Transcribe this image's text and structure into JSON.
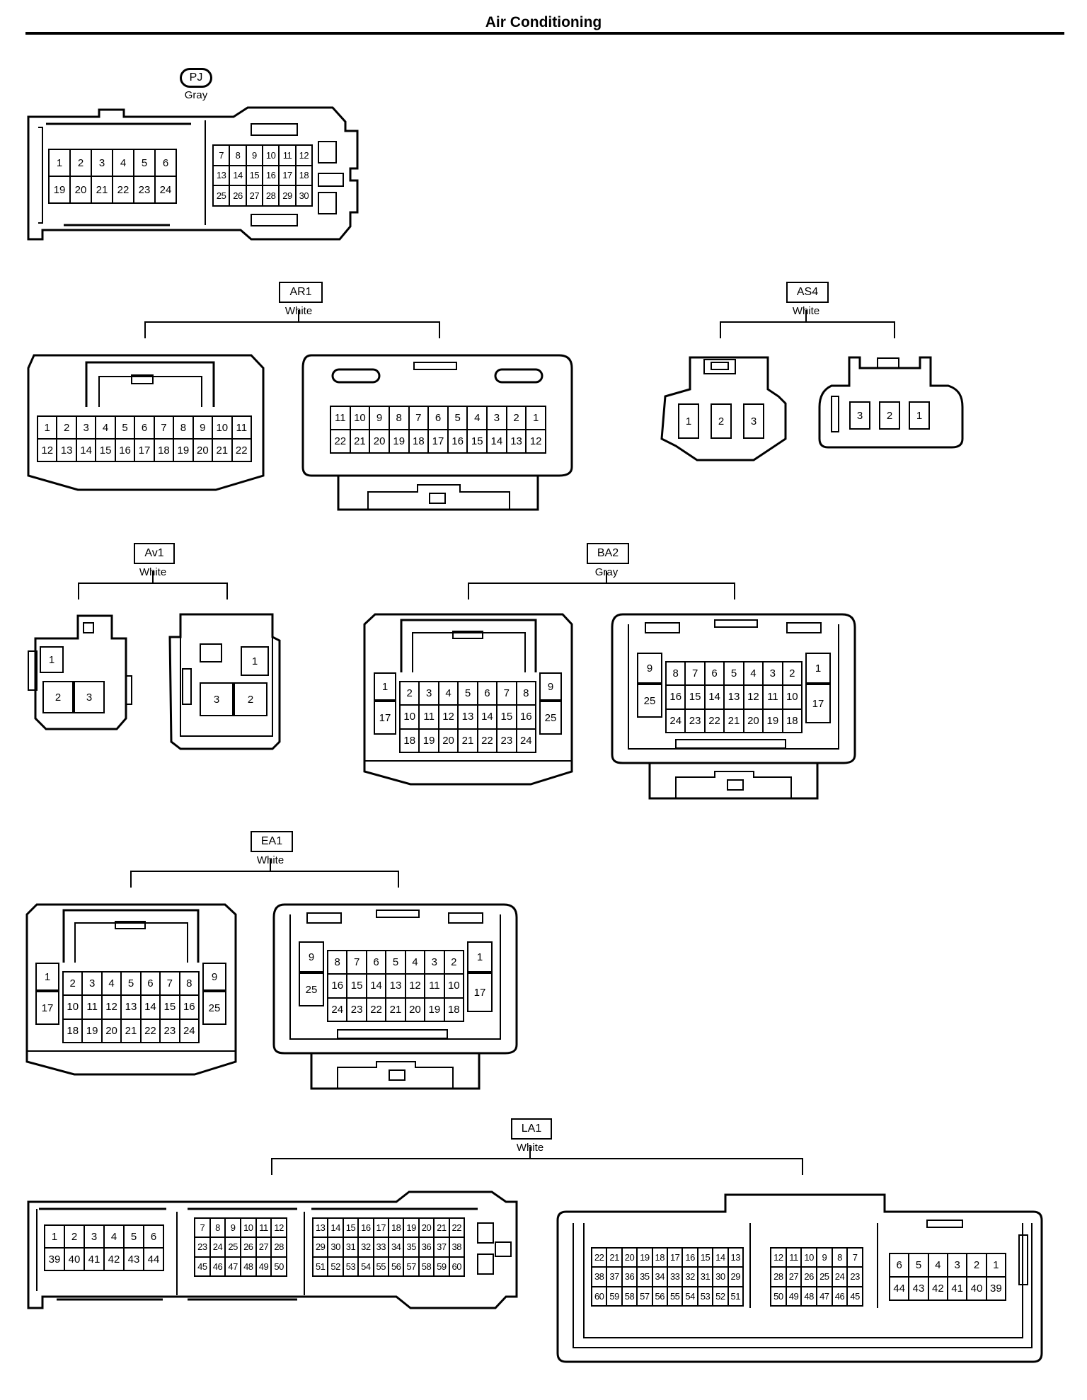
{
  "page": {
    "title": "Air Conditioning"
  },
  "connectors": {
    "PJ": {
      "id": "PJ",
      "color": "Gray",
      "grid_a": [
        "1",
        "2",
        "3",
        "4",
        "5",
        "6",
        "19",
        "20",
        "21",
        "22",
        "23",
        "24"
      ],
      "grid_b": [
        "7",
        "8",
        "9",
        "10",
        "11",
        "12",
        "13",
        "14",
        "15",
        "16",
        "17",
        "18",
        "25",
        "26",
        "27",
        "28",
        "29",
        "30"
      ]
    },
    "AR1": {
      "id": "AR1",
      "color": "White",
      "female": [
        "1",
        "2",
        "3",
        "4",
        "5",
        "6",
        "7",
        "8",
        "9",
        "10",
        "11",
        "12",
        "13",
        "14",
        "15",
        "16",
        "17",
        "18",
        "19",
        "20",
        "21",
        "22"
      ],
      "male": [
        "11",
        "10",
        "9",
        "8",
        "7",
        "6",
        "5",
        "4",
        "3",
        "2",
        "1",
        "22",
        "21",
        "20",
        "19",
        "18",
        "17",
        "16",
        "15",
        "14",
        "13",
        "12"
      ]
    },
    "AS4": {
      "id": "AS4",
      "color": "White",
      "female": [
        "1",
        "2",
        "3"
      ],
      "male": [
        "3",
        "2",
        "1"
      ]
    },
    "Av1": {
      "id": "Av1",
      "color": "White",
      "female": [
        "1",
        "2",
        "3"
      ],
      "male": [
        "1",
        "3",
        "2"
      ]
    },
    "BA2": {
      "id": "BA2",
      "color": "Gray",
      "female_left": [
        "1",
        "17"
      ],
      "female_right": [
        "9",
        "25"
      ],
      "female_grid": [
        "2",
        "3",
        "4",
        "5",
        "6",
        "7",
        "8",
        "10",
        "11",
        "12",
        "13",
        "14",
        "15",
        "16",
        "18",
        "19",
        "20",
        "21",
        "22",
        "23",
        "24"
      ],
      "male_left": [
        "9",
        "25"
      ],
      "male_right": [
        "1",
        "17"
      ],
      "male_grid": [
        "8",
        "7",
        "6",
        "5",
        "4",
        "3",
        "2",
        "16",
        "15",
        "14",
        "13",
        "12",
        "11",
        "10",
        "24",
        "23",
        "22",
        "21",
        "20",
        "19",
        "18"
      ]
    },
    "EA1": {
      "id": "EA1",
      "color": "White",
      "female_left": [
        "1",
        "17"
      ],
      "female_right": [
        "9",
        "25"
      ],
      "female_grid": [
        "2",
        "3",
        "4",
        "5",
        "6",
        "7",
        "8",
        "10",
        "11",
        "12",
        "13",
        "14",
        "15",
        "16",
        "18",
        "19",
        "20",
        "21",
        "22",
        "23",
        "24"
      ],
      "male_left": [
        "9",
        "25"
      ],
      "male_right": [
        "1",
        "17"
      ],
      "male_grid": [
        "8",
        "7",
        "6",
        "5",
        "4",
        "3",
        "2",
        "16",
        "15",
        "14",
        "13",
        "12",
        "11",
        "10",
        "24",
        "23",
        "22",
        "21",
        "20",
        "19",
        "18"
      ]
    },
    "LA1": {
      "id": "LA1",
      "color": "White",
      "female_g1": [
        "1",
        "2",
        "3",
        "4",
        "5",
        "6",
        "39",
        "40",
        "41",
        "42",
        "43",
        "44"
      ],
      "female_g2": [
        "7",
        "8",
        "9",
        "10",
        "11",
        "12",
        "23",
        "24",
        "25",
        "26",
        "27",
        "28",
        "45",
        "46",
        "47",
        "48",
        "49",
        "50"
      ],
      "female_g3": [
        "13",
        "14",
        "15",
        "16",
        "17",
        "18",
        "19",
        "20",
        "21",
        "22",
        "29",
        "30",
        "31",
        "32",
        "33",
        "34",
        "35",
        "36",
        "37",
        "38",
        "51",
        "52",
        "53",
        "54",
        "55",
        "56",
        "57",
        "58",
        "59",
        "60"
      ],
      "male_g1": [
        "22",
        "21",
        "20",
        "19",
        "18",
        "17",
        "16",
        "15",
        "14",
        "13",
        "38",
        "37",
        "36",
        "35",
        "34",
        "33",
        "32",
        "31",
        "30",
        "29",
        "60",
        "59",
        "58",
        "57",
        "56",
        "55",
        "54",
        "53",
        "52",
        "51"
      ],
      "male_g2": [
        "12",
        "11",
        "10",
        "9",
        "8",
        "7",
        "28",
        "27",
        "26",
        "25",
        "24",
        "23",
        "50",
        "49",
        "48",
        "47",
        "46",
        "45"
      ],
      "male_g3": [
        "6",
        "5",
        "4",
        "3",
        "2",
        "1",
        "44",
        "43",
        "42",
        "41",
        "40",
        "39"
      ]
    }
  }
}
